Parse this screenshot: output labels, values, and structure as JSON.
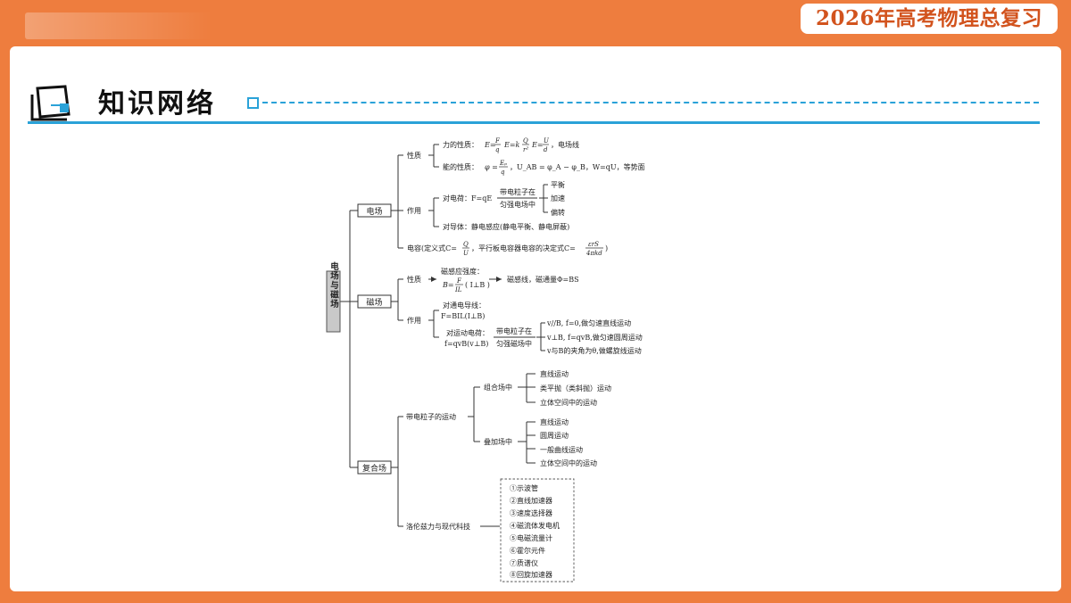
{
  "header": {
    "badge": "2026年高考物理总复习"
  },
  "section": {
    "title": "知识网络",
    "icon": "knowledge-card-icon"
  },
  "colors": {
    "frame": "#ee7d3e",
    "accent": "#2aa2d8",
    "root_box": "#c9c9c9",
    "badge_text": "#d2531d"
  },
  "mindmap": {
    "root": "电场与磁场",
    "electric": {
      "label": "电场",
      "prop": "性质",
      "force_pre": "力的性质：",
      "force_E1": "E=",
      "force_E2": "E=k",
      "force_E3": "E=",
      "force_tail": "，电场线",
      "frac_F": "F",
      "frac_q": "q",
      "frac_Q": "Q",
      "frac_r2": "r²",
      "frac_U": "U",
      "frac_d": "d",
      "energy_pre": "能的性质：",
      "energy_phi": "φ =",
      "frac_Ep": "Eₚ",
      "energy_tail": "，U_AB = φ_A − φ_B，W=qU，等势面",
      "action": "作用",
      "charge": "对电荷：F=qE",
      "particle_top": "带电粒子在",
      "particle_bot": "匀强电场中",
      "states": [
        "平衡",
        "加速",
        "偏转"
      ],
      "conductor": "对导体：静电感应(静电平衡、静电屏蔽)",
      "cap_pre": "电容(定义式C=",
      "cap_mid": "，平行板电容器电容的决定式C=",
      "frac_eS": "εrS",
      "frac_4pikd": "4πkd",
      "cap_end": ")"
    },
    "magnetic": {
      "label": "磁场",
      "prop": "性质",
      "b_top": "磁感应强度：",
      "b_eq": "B=",
      "frac_F": "F",
      "frac_IL": "IL",
      "b_cond": "( I⊥B )",
      "b_right": "磁感线，磁通量Φ=BS",
      "action": "作用",
      "wire_top": "对通电导线：",
      "wire_bot": "F=BIL(I⊥B)",
      "moving_top": "对运动电荷：",
      "moving_bot": "f=qvB(v⊥B)",
      "particle_top": "带电粒子在",
      "particle_bot": "匀强磁场中",
      "motions": [
        "v//B, f=0,做匀速直线运动",
        "v⊥B, f=qvB,做匀速圆周运动",
        "v与B的夹角为θ,做螺旋线运动"
      ]
    },
    "compound": {
      "label": "复合场",
      "particle": "带电粒子的运动",
      "combined": "组合场中",
      "combined_items": [
        "直线运动",
        "类平抛（类斜抛）运动",
        "立体空间中的运动"
      ],
      "superposed": "叠加场中",
      "superposed_items": [
        "直线运动",
        "圆周运动",
        "一般曲线运动",
        "立体空间中的运动"
      ],
      "lorentz": "洛伦兹力与现代科技",
      "tech": [
        "①示波管",
        "②直线加速器",
        "③速度选择器",
        "④磁流体发电机",
        "⑤电磁流量计",
        "⑥霍尔元件",
        "⑦质谱仪",
        "⑧回旋加速器"
      ]
    }
  }
}
